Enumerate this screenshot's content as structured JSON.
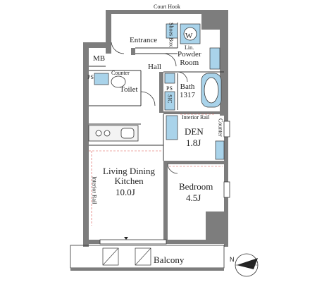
{
  "labels": {
    "court_hook": "Court Hook",
    "entrance": "Entrance",
    "shoes_box": "Shoes Box",
    "w": "W",
    "lin": "Lin.",
    "powder_room": "Powder\nRoom",
    "mb": "MB",
    "hall": "Hall",
    "ps_left": "PS",
    "counter_toilet": "Counter",
    "toilet": "Toilet",
    "ps_mid": "PS",
    "sic": "SIC",
    "bath": "Bath\n1317",
    "interior_rail_den": "Interior Rail",
    "counter_den": "Counter",
    "den": "DEN",
    "den_size": "1.8J",
    "ldk": "Living Dining\nKitchen",
    "ldk_size": "10.0J",
    "interior_rail_ldk": "Interior Rail",
    "bedroom": "Bedroom",
    "bedroom_size": "4.5J",
    "balcony": "Balcony",
    "north": "N"
  },
  "colors": {
    "wall": "#7d7d7d",
    "fixture_blue": "#a9d3ea",
    "line": "#333333",
    "dim_red": "#d9534f"
  }
}
